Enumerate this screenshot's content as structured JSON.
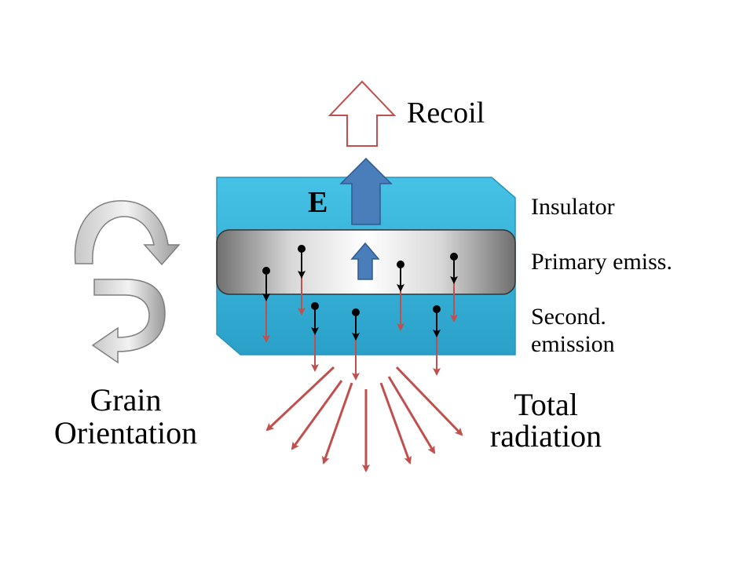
{
  "labels": {
    "recoil": "Recoil",
    "field": "E",
    "insulator": "Insulator",
    "primary_emission": "Primary emiss.",
    "secondary_emission_line1": "Second.",
    "secondary_emission_line2": "emission",
    "total_radiation_line1": "Total",
    "total_radiation_line2": "radiation",
    "grain_orientation_line1": "Grain",
    "grain_orientation_line2": "Orientation"
  },
  "colors": {
    "insulator_fill": "#3bb4d8",
    "insulator_dark": "#1f8fb3",
    "field_arrow": "#4a7ebb",
    "field_arrow_stroke": "#2e5b8f",
    "recoil_arrow_stroke": "#c0504d",
    "red_arrow": "#c0504d",
    "black_arrow": "#000000",
    "grey_arrow": "#a6a6a6"
  },
  "icons": {
    "recoil": "hollow-up-arrow-icon",
    "field": "blue-up-arrow-icon",
    "rotation": "curved-rotation-arrows-icon"
  }
}
